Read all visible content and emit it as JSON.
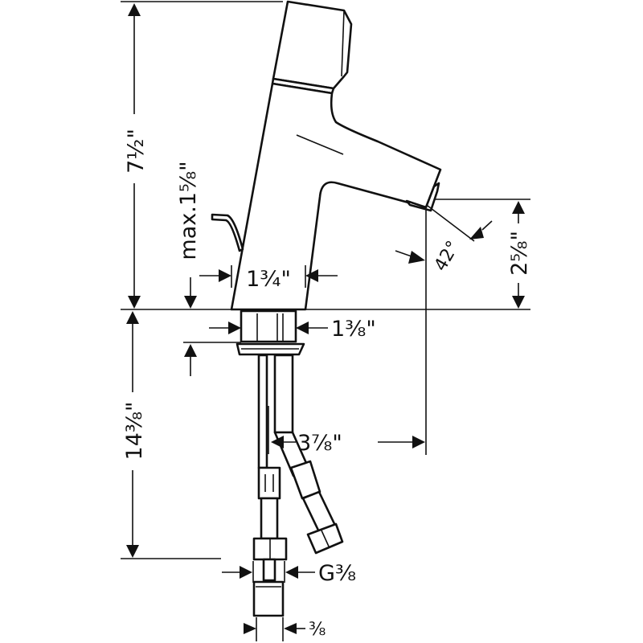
{
  "title": "Faucet dimension drawing",
  "dimensions": {
    "total_height": "7½\"",
    "max_deck": "max.1⅝\"",
    "body_width": "1¾\"",
    "shank_width": "1⅜\"",
    "spout_height": "2⅝\"",
    "spray_angle": "42°",
    "hose_length": "14⅜\"",
    "spout_reach": "3⅞\"",
    "connection_thread": "G⅜",
    "connection_size": "⅜"
  }
}
